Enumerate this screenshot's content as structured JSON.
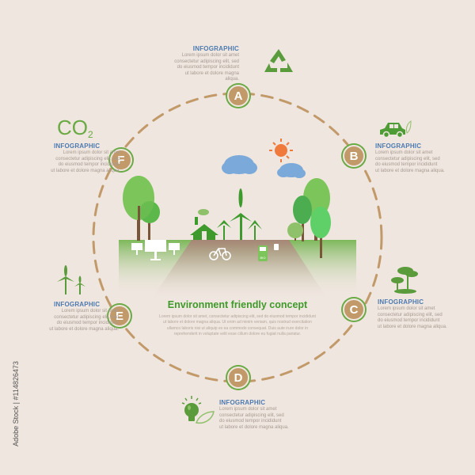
{
  "colors": {
    "background": "#efe6df",
    "node_fill": "#c29a6a",
    "node_ring": "#6aaa45",
    "dash": "#c29a6a",
    "heading_blue": "#4c7ab0",
    "title_green": "#3f9a2a",
    "body_text": "#a79b92"
  },
  "center": {
    "title": "Environment friendly concept",
    "paragraph": "Lorem ipsum dolor sit amet, consectetur adipiscing elit, sed do eiusmod tempor incididunt ut labore et dolore magna aliqua. Ut enim ad minim veniam, quis nostrud exercitation ullamco laboris nisi ut aliquip ex ea commodo consequat. Duis aute irure dolor in reprehenderit in voluptate velit esse cillum dolore eu fugiat nulla pariatur."
  },
  "nodes": [
    {
      "letter": "A",
      "icon": "recycle-icon",
      "heading": "INFOGRAPHIC",
      "lines": [
        "Lorem ipsum dolor sit amet",
        "consectetur adipiscing elit, sed",
        "do eiusmod tempor incididunt",
        "ut labore et dolore magna aliqua."
      ]
    },
    {
      "letter": "B",
      "icon": "eco-car-icon",
      "heading": "INFOGRAPHIC",
      "lines": [
        "Lorem ipsum dolor sit amet",
        "consectetur adipiscing elit, sed",
        "do eiusmod tempor incididunt",
        "ut labore et dolore magna aliqua."
      ]
    },
    {
      "letter": "C",
      "icon": "trees-icon",
      "heading": "INFOGRAPHIC",
      "lines": [
        "Lorem ipsum dolor sit amet",
        "consectetur adipiscing elit, sed",
        "do eiusmod tempor incididunt",
        "ut labore et dolore magna aliqua."
      ]
    },
    {
      "letter": "D",
      "icon": "eco-lightbulb-icon",
      "heading": "INFOGRAPHIC",
      "lines": [
        "Lorem ipsum dolor sit amet",
        "consectetur adipiscing elit, sed",
        "do eiusmod tempor incididunt",
        "ut labore et dolore magna aliqua."
      ]
    },
    {
      "letter": "E",
      "icon": "wind-turbine-icon",
      "heading": "INFOGRAPHIC",
      "lines": [
        "Lorem ipsum dolor sit amet",
        "consectetur adipiscing elit, sed",
        "do eiusmod tempor incididunt",
        "ut labore et dolore magna aliqua."
      ]
    },
    {
      "letter": "F",
      "icon": "co2-icon",
      "heading": "INFOGRAPHIC",
      "co2_label": "CO",
      "co2_sub": "2",
      "lines": [
        "Lorem ipsum dolor sit amet",
        "consectetur adipiscing elit, sed",
        "do eiusmod tempor incididunt",
        "ut labore et dolore magna aliqua."
      ]
    }
  ],
  "scene": {
    "fuel_pump_label": "BIO"
  },
  "watermark": "Adobe Stock | #114826473"
}
